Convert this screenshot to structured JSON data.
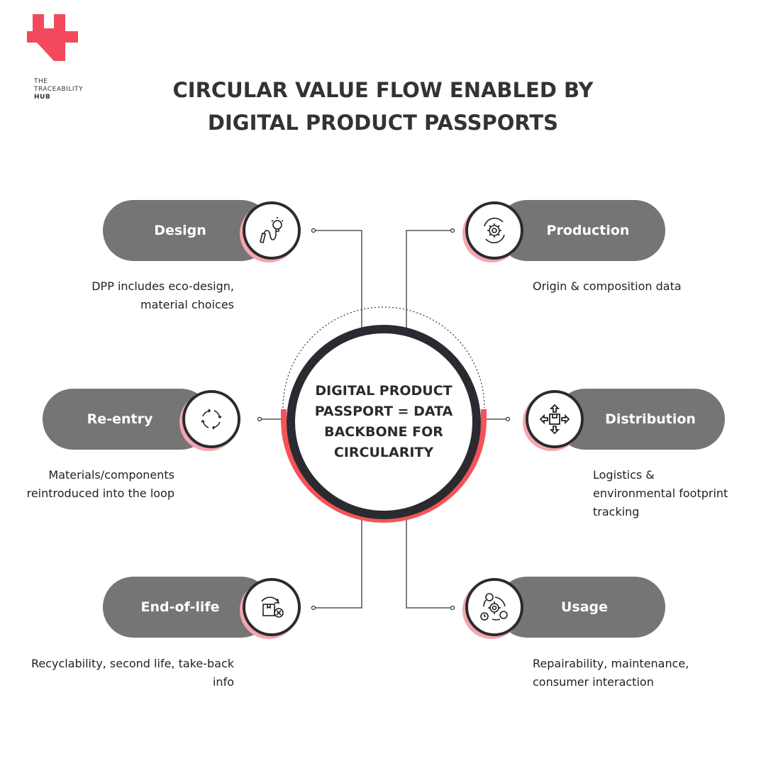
{
  "logo": {
    "line1": "THE",
    "line2": "TRACEABILITY",
    "line3": "HUB",
    "color": "#f2495c"
  },
  "title": {
    "line1": "CIRCULAR VALUE FLOW ENABLED BY",
    "line2": "DIGITAL PRODUCT PASSPORTS"
  },
  "center": {
    "text": "DIGITAL PRODUCT PASSPORT = DATA BACKBONE FOR CIRCULARITY"
  },
  "colors": {
    "accent": "#f45357",
    "dark": "#2b2a30",
    "pill": "#757575",
    "pink": "#f4a6ae"
  },
  "stages": [
    {
      "label": "Design",
      "desc": "DPP includes eco-design, material choices",
      "icon": "pencil-lightbulb-icon"
    },
    {
      "label": "Production",
      "desc": "Origin & composition data",
      "icon": "gear-cycle-icon"
    },
    {
      "label": "Re-entry",
      "desc": "Materials/components reintroduced into the loop",
      "icon": "circular-arrows-icon"
    },
    {
      "label": "Distribution",
      "desc": "Logistics & environmental footprint tracking",
      "icon": "box-arrows-icon"
    },
    {
      "label": "End-of-life",
      "desc": "Recyclability, second life, take-back info",
      "icon": "box-return-icon"
    },
    {
      "label": "Usage",
      "desc": "Repairability, maintenance, consumer interaction",
      "icon": "user-gear-money-icon"
    }
  ]
}
